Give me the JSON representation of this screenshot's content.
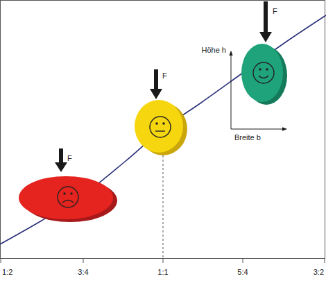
{
  "diagram": {
    "labels": [
      "F",
      "F",
      "F",
      "Höhe h",
      "Breite b",
      "1:2",
      "3:4",
      "1:1",
      "5:4",
      "3:2"
    ]
  }
}
